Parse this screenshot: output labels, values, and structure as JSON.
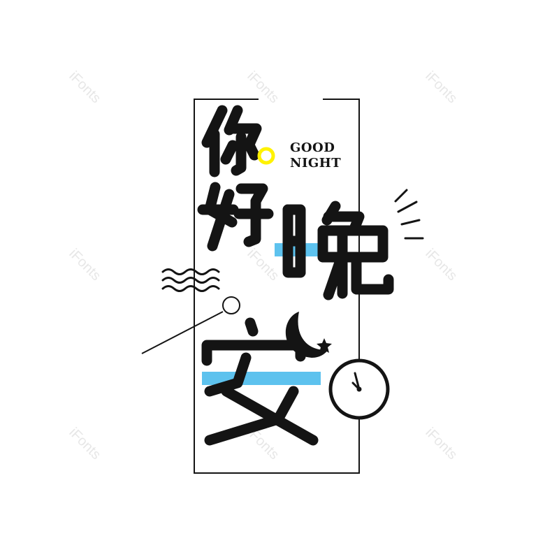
{
  "watermark": {
    "text": "iFonts"
  },
  "english": {
    "line1": "GOOD",
    "line2": "NIGHT"
  },
  "characters": [
    "你",
    "好",
    "晚",
    "安"
  ],
  "colors": {
    "ink": "#141414",
    "accent_blue": "#5dc2ee",
    "accent_yellow": "#fff200",
    "watermark": "#e7e7e7"
  }
}
